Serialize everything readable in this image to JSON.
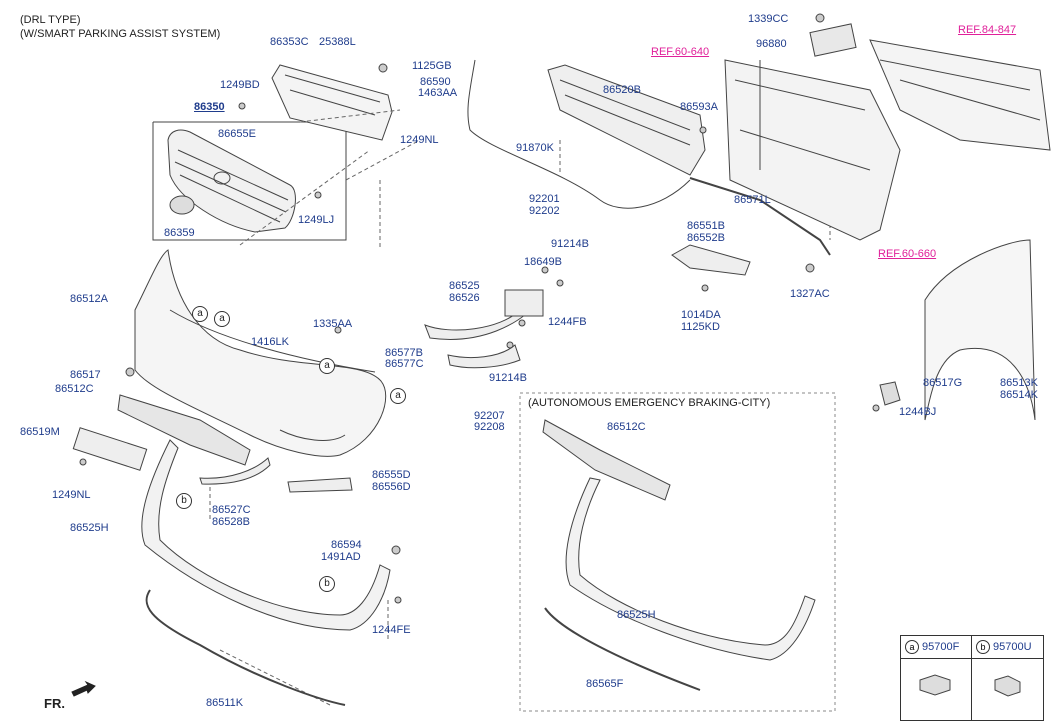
{
  "notes": {
    "drl_line1": "(DRL TYPE)",
    "drl_line2": "(W/SMART PARKING ASSIST SYSTEM)",
    "autonomous": "(AUTONOMOUS EMERGENCY BRAKING-CITY)",
    "fr": "FR."
  },
  "refs": {
    "ref1": "REF.60-640",
    "ref2": "REF.84-847",
    "ref3": "REF.60-660"
  },
  "parts": {
    "p86353C": "86353C",
    "p25388L": "25388L",
    "p1125GB": "1125GB",
    "p86590": "86590",
    "p1463AA": "1463AA",
    "p1249BD": "1249BD",
    "p86350": "86350",
    "p86655E": "86655E",
    "p1249NL_top": "1249NL",
    "p1249LJ": "1249LJ",
    "p86359": "86359",
    "p91870K": "91870K",
    "p86520B": "86520B",
    "p86593A": "86593A",
    "p1339CC": "1339CC",
    "p96880": "96880",
    "p92201": "92201",
    "p92202": "92202",
    "p91214B_a": "91214B",
    "p18649B": "18649B",
    "p86571L": "86571L",
    "p86551B": "86551B",
    "p86552B": "86552B",
    "p86525": "86525",
    "p86526": "86526",
    "p1244FB": "1244FB",
    "p1014DA": "1014DA",
    "p1125KD": "1125KD",
    "p1327AC": "1327AC",
    "p86512A": "86512A",
    "p1335AA": "1335AA",
    "p1416LK": "1416LK",
    "p86577B": "86577B",
    "p86577C": "86577C",
    "p91214B_b": "91214B",
    "p86517": "86517",
    "p86512C": "86512C",
    "p92207": "92207",
    "p92208": "92208",
    "p86519M": "86519M",
    "p1249NL_bot": "1249NL",
    "p86527C": "86527C",
    "p86528B": "86528B",
    "p86555D": "86555D",
    "p86556D": "86556D",
    "p86525H": "86525H",
    "p86594": "86594",
    "p1491AD": "1491AD",
    "p1244FE": "1244FE",
    "p86511K": "86511K",
    "p86512C_aeb": "86512C",
    "p86525H_aeb": "86525H",
    "p86565F": "86565F",
    "p86517G": "86517G",
    "p86513K": "86513K",
    "p86514K": "86514K",
    "p1244BJ": "1244BJ"
  },
  "callouts": {
    "a": "a",
    "b": "b"
  },
  "legend": {
    "a_code": "95700F",
    "b_code": "95700U",
    "a_letter": "a",
    "b_letter": "b"
  },
  "colors": {
    "part_label": "#1f3c8c",
    "reference": "#e0209a",
    "line": "#333333"
  }
}
